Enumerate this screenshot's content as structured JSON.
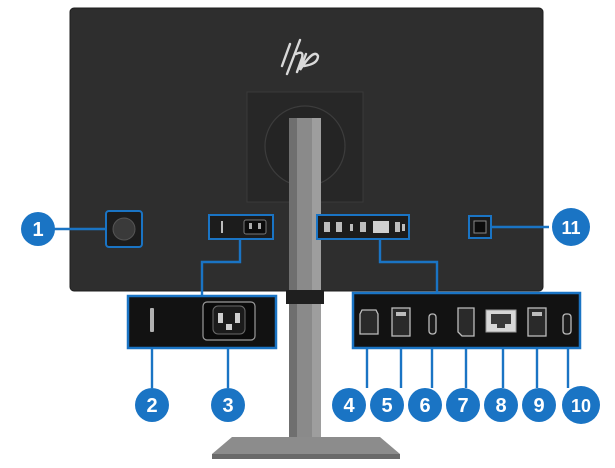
{
  "logo_text": "hp",
  "callouts": [
    {
      "number": "1"
    },
    {
      "number": "2"
    },
    {
      "number": "3"
    },
    {
      "number": "4"
    },
    {
      "number": "5"
    },
    {
      "number": "6"
    },
    {
      "number": "7"
    },
    {
      "number": "8"
    },
    {
      "number": "9"
    },
    {
      "number": "10"
    },
    {
      "number": "11"
    }
  ],
  "colors": {
    "accent": "#1a74c4",
    "monitor_body": "#2e2e2e",
    "stand": "#8a8a8a",
    "port_panel": "#121212"
  }
}
